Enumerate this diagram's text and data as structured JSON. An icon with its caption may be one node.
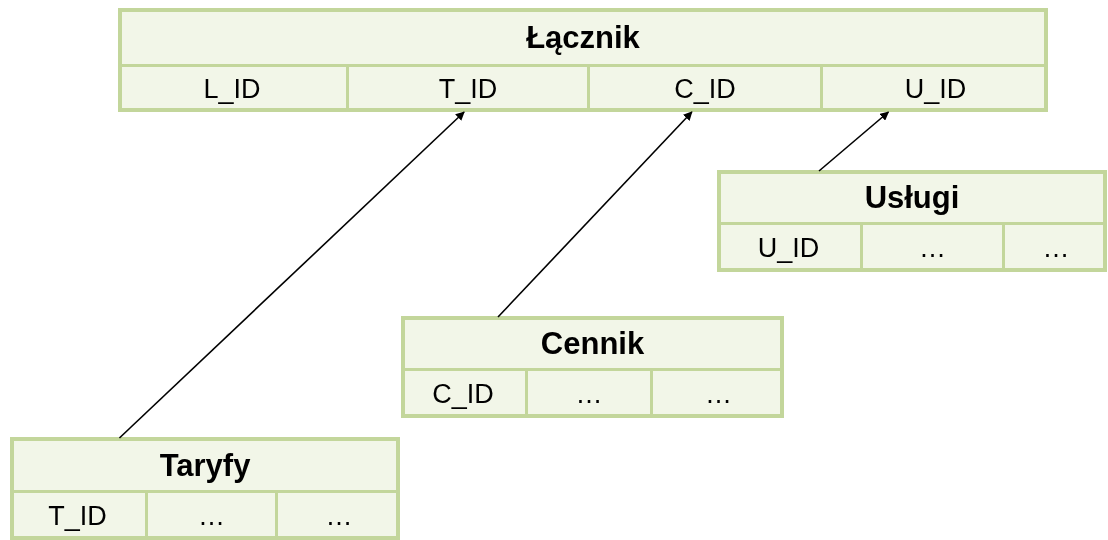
{
  "diagram": {
    "nodes": [
      {
        "text": [
          "Łącznik"
        ]
      },
      {
        "text": [
          "L_ID"
        ],
        "in": 0
      },
      {
        "text": [
          "T_ID"
        ],
        "in": 0
      },
      {
        "text": [
          "C_ID"
        ],
        "in": 0
      },
      {
        "text": [
          "U_ID"
        ],
        "in": 0
      },
      {
        "text": [
          "Usługi"
        ]
      },
      {
        "text": [
          "U_ID"
        ],
        "in": 5
      },
      {
        "text": [
          "…"
        ],
        "in": 5
      },
      {
        "text": [
          "…"
        ],
        "in": 5
      },
      {
        "text": [
          "Cennik"
        ]
      },
      {
        "text": [
          "C_ID"
        ],
        "in": 9
      },
      {
        "text": [
          "…"
        ],
        "in": 9
      },
      {
        "text": [
          "…"
        ],
        "in": 9
      },
      {
        "text": [
          "Taryfy"
        ]
      },
      {
        "text": [
          "T_ID"
        ],
        "in": 13
      },
      {
        "text": [
          "…"
        ],
        "in": 13
      },
      {
        "text": [
          "…"
        ],
        "in": 13
      }
    ],
    "edges": [
      {
        "from": 13,
        "to": 2,
        "arrow": "to"
      },
      {
        "from": 9,
        "to": 3,
        "arrow": "to"
      },
      {
        "from": 5,
        "to": 4,
        "arrow": "to"
      }
    ]
  }
}
